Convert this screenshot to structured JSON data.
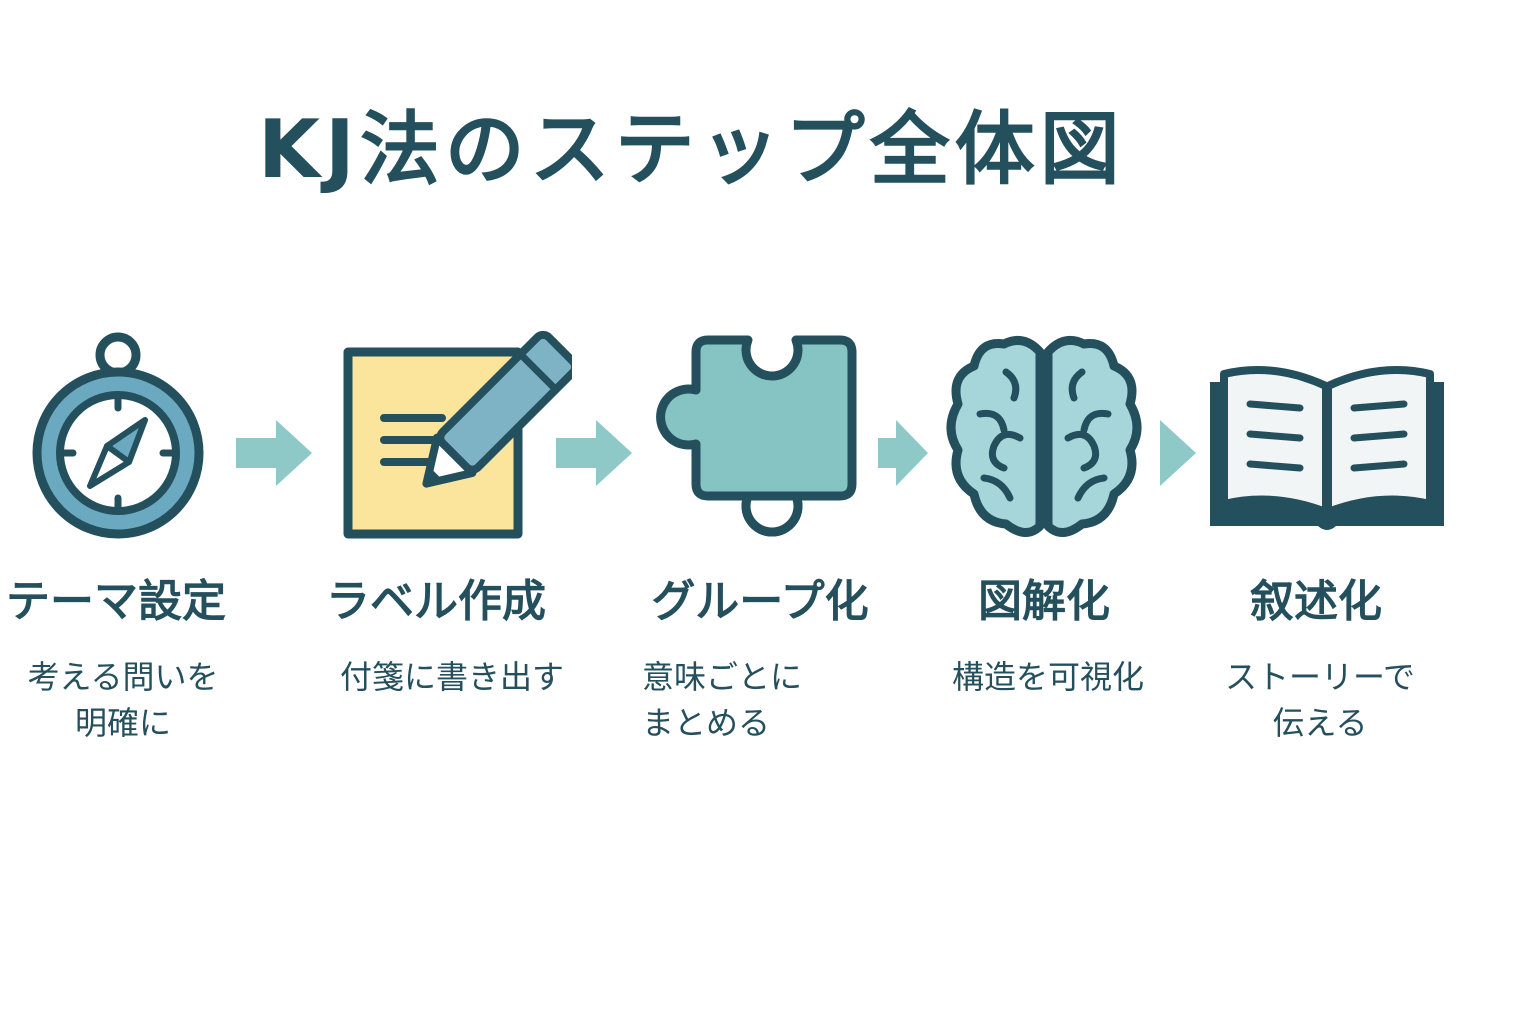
{
  "title": "KJ法のステップ全体図",
  "colors": {
    "outline": "#244f5d",
    "arrow": "#8ec9c8",
    "compass_ring": "#6ba9c0",
    "note": "#fbe49c",
    "pencil": "#7eb3c6",
    "puzzle": "#86c4c3",
    "brain": "#a6d6d9",
    "book_page": "#f2f5f5"
  },
  "steps": [
    {
      "icon": "compass-icon",
      "label": "テーマ設定",
      "description": "考える問いを\n明確に"
    },
    {
      "icon": "sticky-note-pencil-icon",
      "label": "ラベル作成",
      "description": "付箋に書き出す"
    },
    {
      "icon": "puzzle-piece-icon",
      "label": "グループ化",
      "description": "意味ごとに\nまとめる"
    },
    {
      "icon": "brain-icon",
      "label": "図解化",
      "description": "構造を可視化"
    },
    {
      "icon": "open-book-icon",
      "label": "叙述化",
      "description": "ストーリーで\n伝える"
    }
  ]
}
